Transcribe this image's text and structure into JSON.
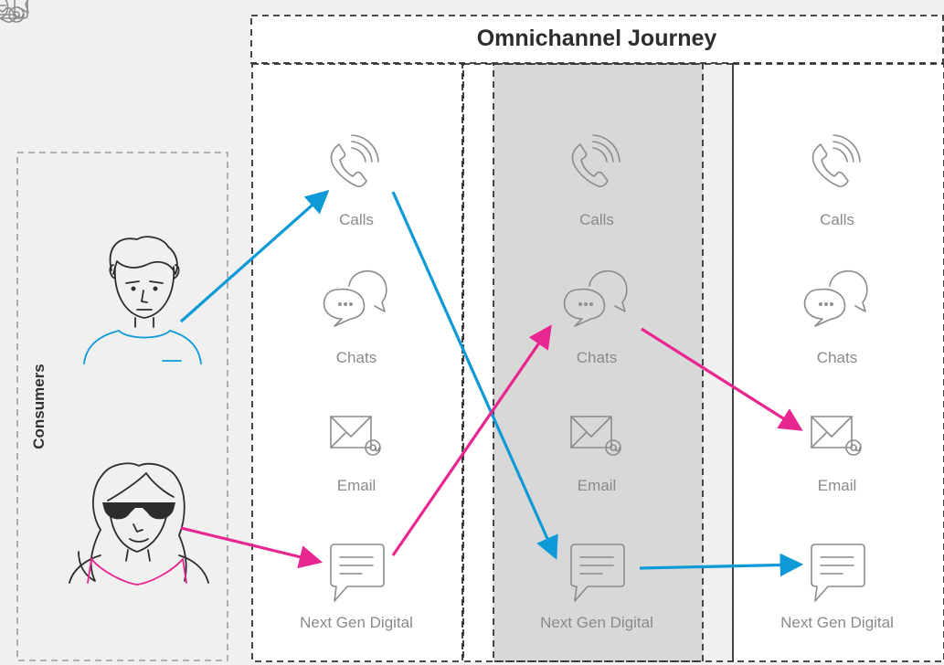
{
  "title": "Omnichannel Journey",
  "side_label": "Consumers",
  "channels": [
    "Calls",
    "Chats",
    "Email",
    "Next Gen Digital"
  ],
  "colors": {
    "blue_journey": "#0d9ad6",
    "pink_journey": "#e8268f",
    "highlight_column": "#d8d8d8",
    "background": "#f0f0f0"
  },
  "icons": [
    "phone-icon",
    "chat-bubbles-icon",
    "email-icon",
    "digital-message-icon",
    "man-avatar",
    "woman-avatar"
  ]
}
